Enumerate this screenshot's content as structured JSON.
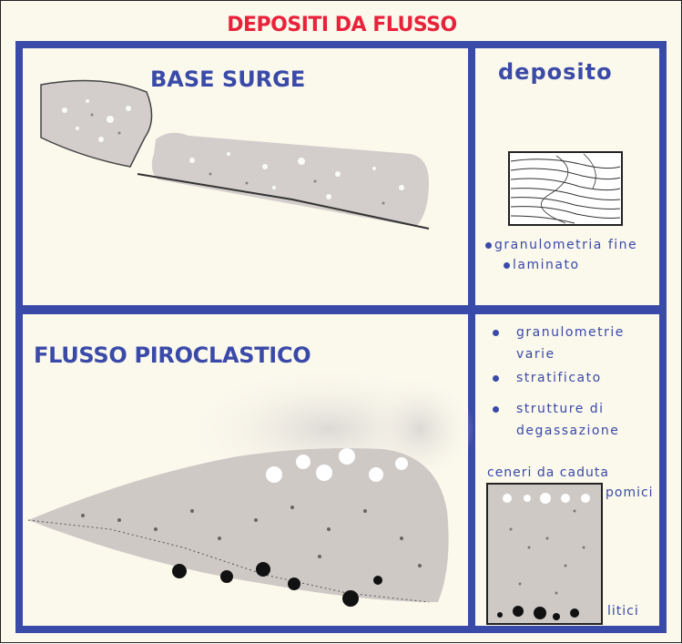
{
  "title": "DEPOSITI DA FLUSSO",
  "panels": {
    "base_surge": {
      "title": "BASE SURGE"
    },
    "flusso": {
      "title": "FLUSSO PIROCLASTICO"
    },
    "deposito": {
      "title": "deposito",
      "bullets": [
        "granulometria fine",
        "laminato"
      ]
    },
    "flusso_deposito": {
      "bullets": [
        "granulometrie",
        "varie",
        "stratificato",
        "strutture di",
        "degassazione"
      ],
      "labels": {
        "ceneri": "ceneri da caduta",
        "pomici": "pomici",
        "litici": "litici"
      }
    }
  },
  "colors": {
    "title": "#e8223a",
    "frame": "#3a4aa8",
    "background": "#fbf8ec",
    "deposit": "#cfc9c6"
  }
}
